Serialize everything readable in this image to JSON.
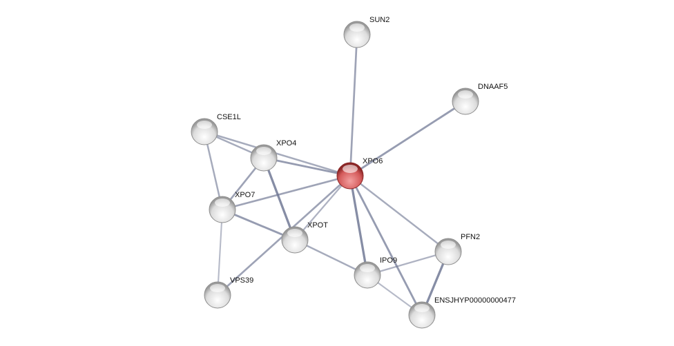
{
  "network": {
    "query_color": "#d45a5a",
    "node_color": "#e2e2e2",
    "edge_color": "#707894",
    "nodes": [
      {
        "id": "SUN2",
        "query": false
      },
      {
        "id": "DNAAF5",
        "query": false
      },
      {
        "id": "CSE1L",
        "query": false
      },
      {
        "id": "XPO4",
        "query": false
      },
      {
        "id": "XPO6",
        "query": true
      },
      {
        "id": "XPO7",
        "query": false
      },
      {
        "id": "XPOT",
        "query": false
      },
      {
        "id": "PFN2",
        "query": false
      },
      {
        "id": "IPO9",
        "query": false
      },
      {
        "id": "VPS39",
        "query": false
      },
      {
        "id": "ENSJHYP00000000477",
        "query": false
      }
    ],
    "edges": [
      {
        "a": "SUN2",
        "b": "XPO6",
        "strength": 0.6
      },
      {
        "a": "DNAAF5",
        "b": "XPO6",
        "strength": 0.7
      },
      {
        "a": "CSE1L",
        "b": "XPO4",
        "strength": 0.5
      },
      {
        "a": "CSE1L",
        "b": "XPO6",
        "strength": 0.5
      },
      {
        "a": "CSE1L",
        "b": "XPO7",
        "strength": 0.5
      },
      {
        "a": "XPO4",
        "b": "XPO6",
        "strength": 0.7
      },
      {
        "a": "XPO4",
        "b": "XPO7",
        "strength": 0.6
      },
      {
        "a": "XPO4",
        "b": "XPOT",
        "strength": 0.9
      },
      {
        "a": "XPO7",
        "b": "XPO6",
        "strength": 0.6
      },
      {
        "a": "XPO7",
        "b": "XPOT",
        "strength": 0.7
      },
      {
        "a": "XPO7",
        "b": "VPS39",
        "strength": 0.3
      },
      {
        "a": "VPS39",
        "b": "XPO6",
        "strength": 0.6
      },
      {
        "a": "XPOT",
        "b": "XPO6",
        "strength": 0.4
      },
      {
        "a": "XPOT",
        "b": "IPO9",
        "strength": 0.5
      },
      {
        "a": "IPO9",
        "b": "XPO6",
        "strength": 0.9
      },
      {
        "a": "ENSJHYP00000000477",
        "b": "XPO6",
        "strength": 0.7
      },
      {
        "a": "PFN2",
        "b": "XPO6",
        "strength": 0.5
      },
      {
        "a": "IPO9",
        "b": "PFN2",
        "strength": 0.4
      },
      {
        "a": "IPO9",
        "b": "ENSJHYP00000000477",
        "strength": 0.3
      },
      {
        "a": "PFN2",
        "b": "ENSJHYP00000000477",
        "strength": 0.9
      }
    ]
  }
}
